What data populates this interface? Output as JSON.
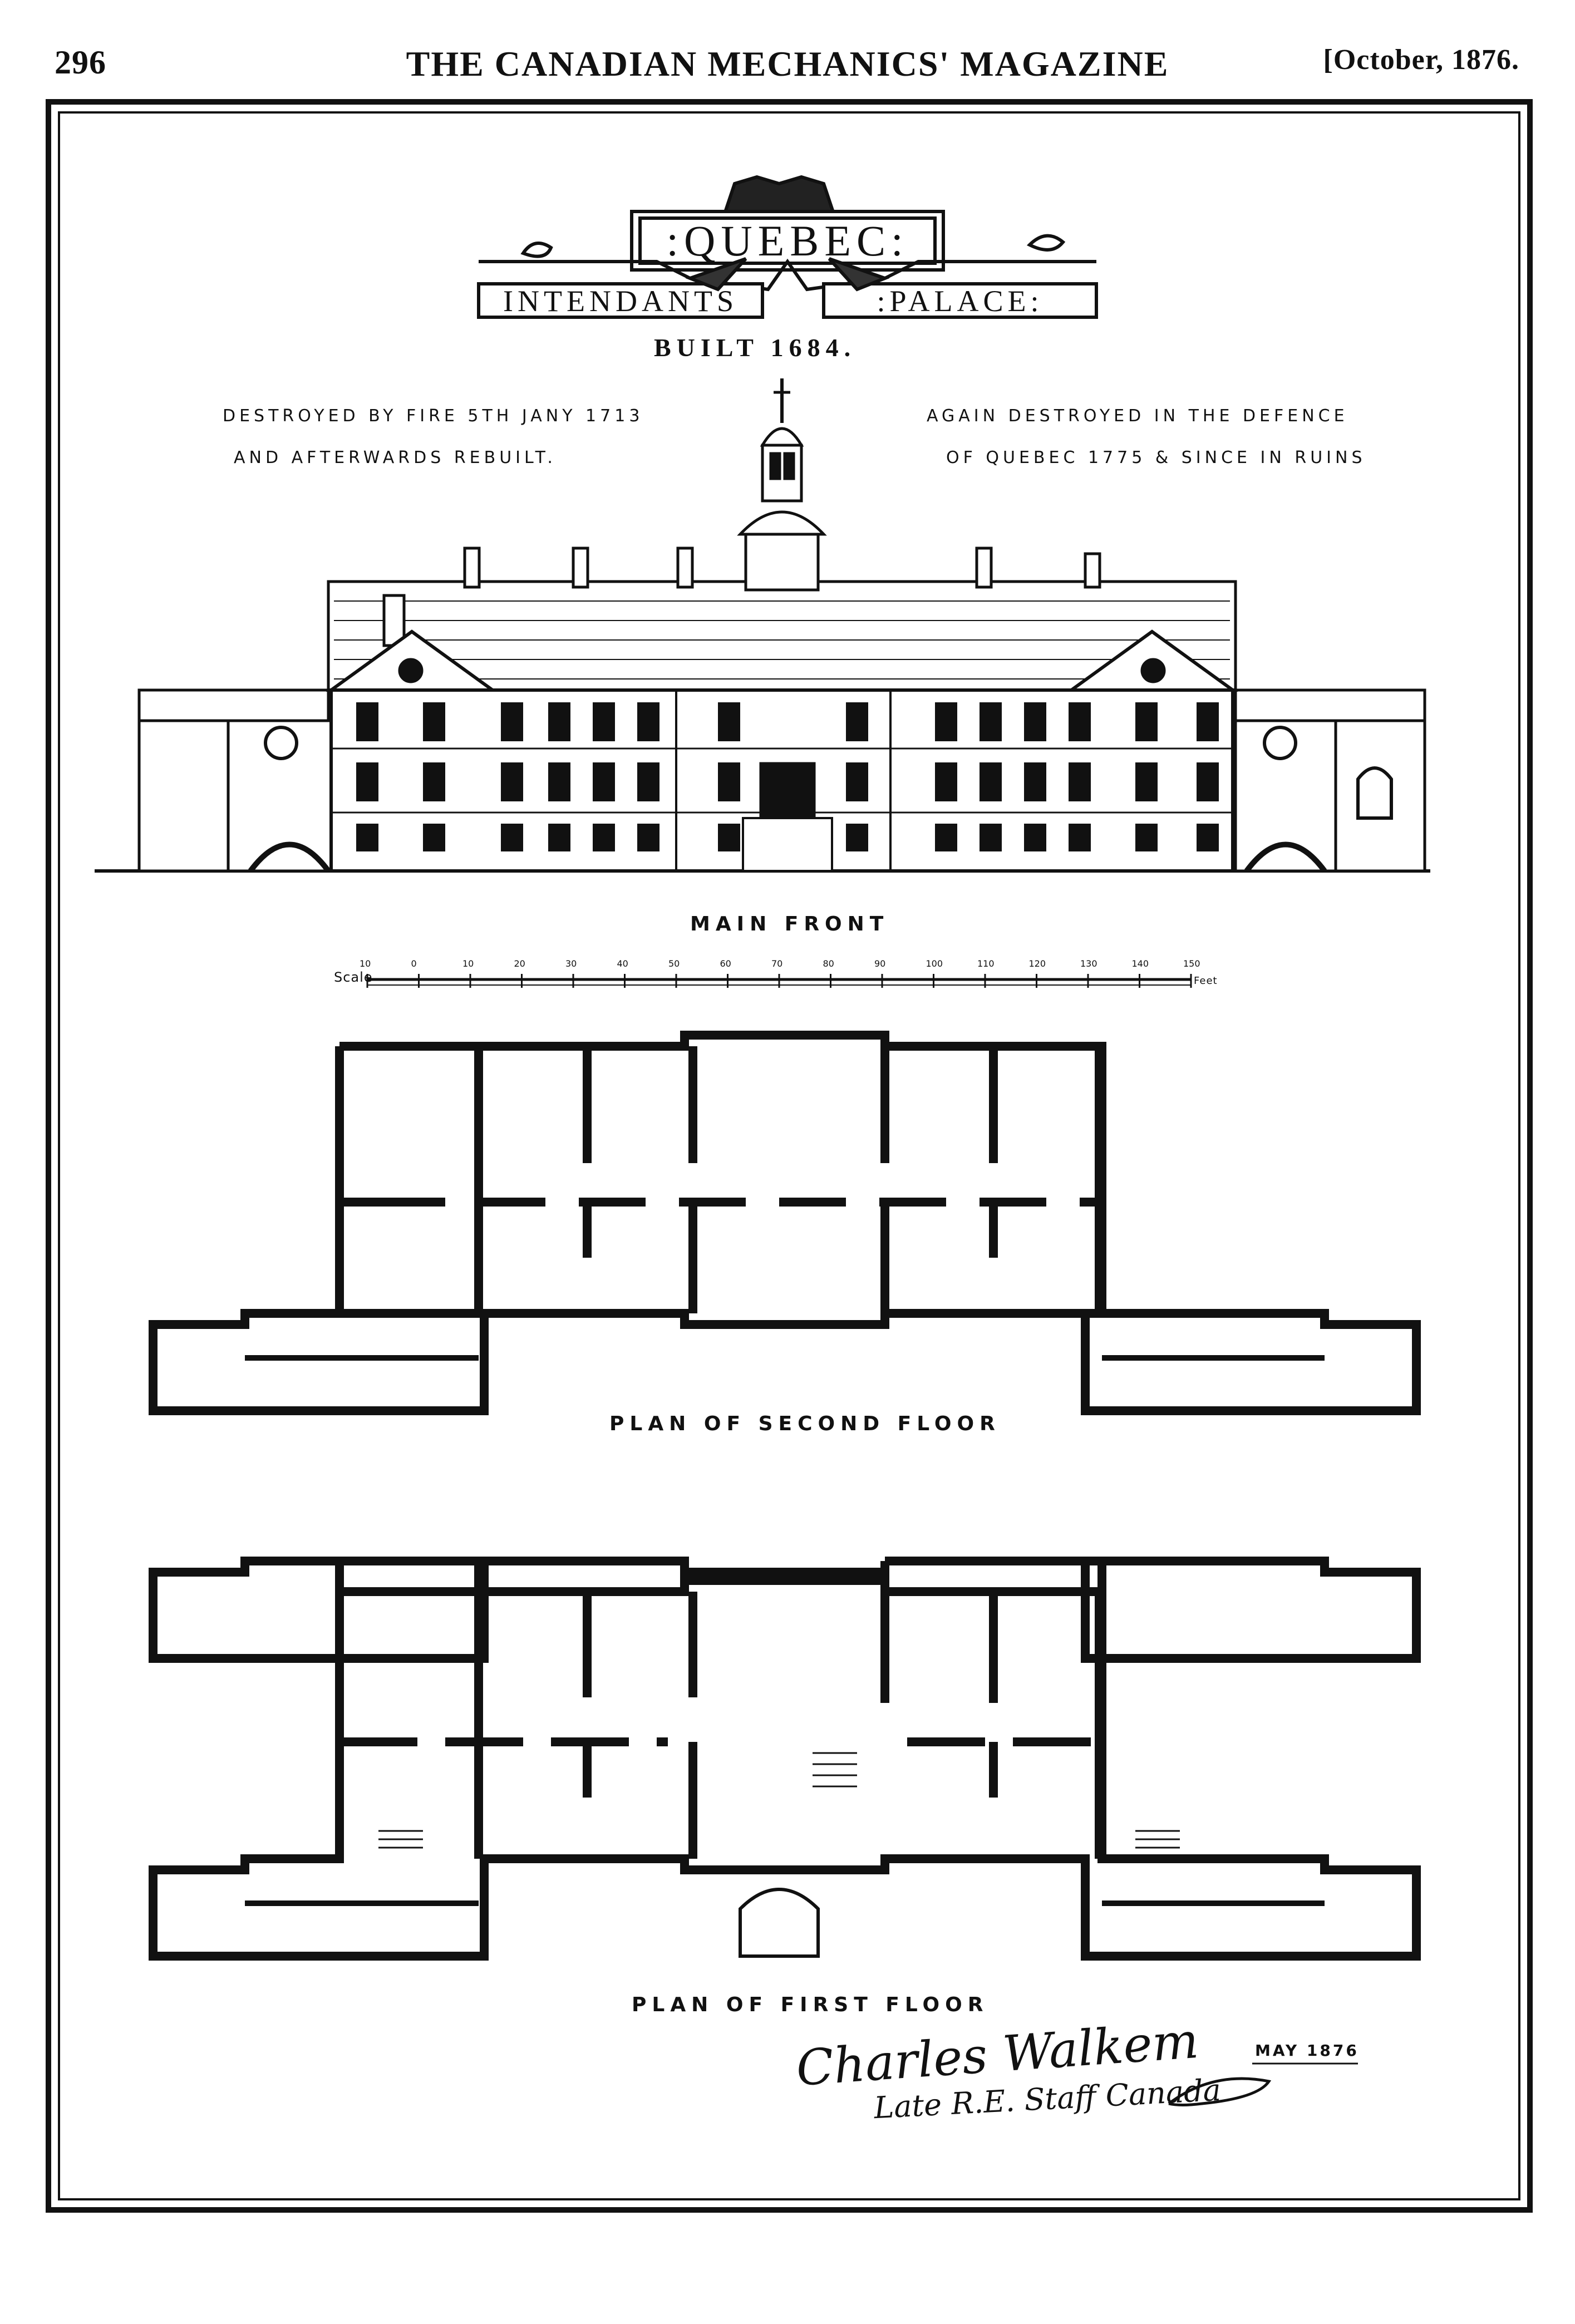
{
  "header": {
    "page_number": "296",
    "magazine_title": "THE CANADIAN MECHANICS' MAGAZINE",
    "issue_date": "[October, 1876."
  },
  "plate": {
    "banner_top": ":QUEBEC:",
    "banner_left": "INTENDANTS",
    "banner_right": ":PALACE:",
    "built": "BUILT 1684.",
    "note_left_line1": "DESTROYED BY FIRE 5TH JANY 1713",
    "note_left_line2": "AND AFTERWARDS REBUILT.",
    "note_right_line1": "AGAIN DESTROYED IN THE DEFENCE",
    "note_right_line2": "OF QUEBEC 1775 & SINCE IN RUINS",
    "elevation_caption": "MAIN FRONT",
    "scale_label": "Scale",
    "scale_ticks": [
      "10",
      "0",
      "10",
      "20",
      "30",
      "40",
      "50",
      "60",
      "70",
      "80",
      "90",
      "100",
      "110",
      "120",
      "130",
      "140",
      "150"
    ],
    "scale_unit": "Feet",
    "second_floor_caption": "PLAN OF SECOND FLOOR",
    "first_floor_caption": "PLAN OF FIRST FLOOR",
    "date_note": "MAY 1876",
    "signature_line1": "Charles Walkem",
    "signature_line2": "Late R.E. Staff Canada"
  },
  "colors": {
    "ink": "#111111",
    "paper": "#ffffff"
  }
}
